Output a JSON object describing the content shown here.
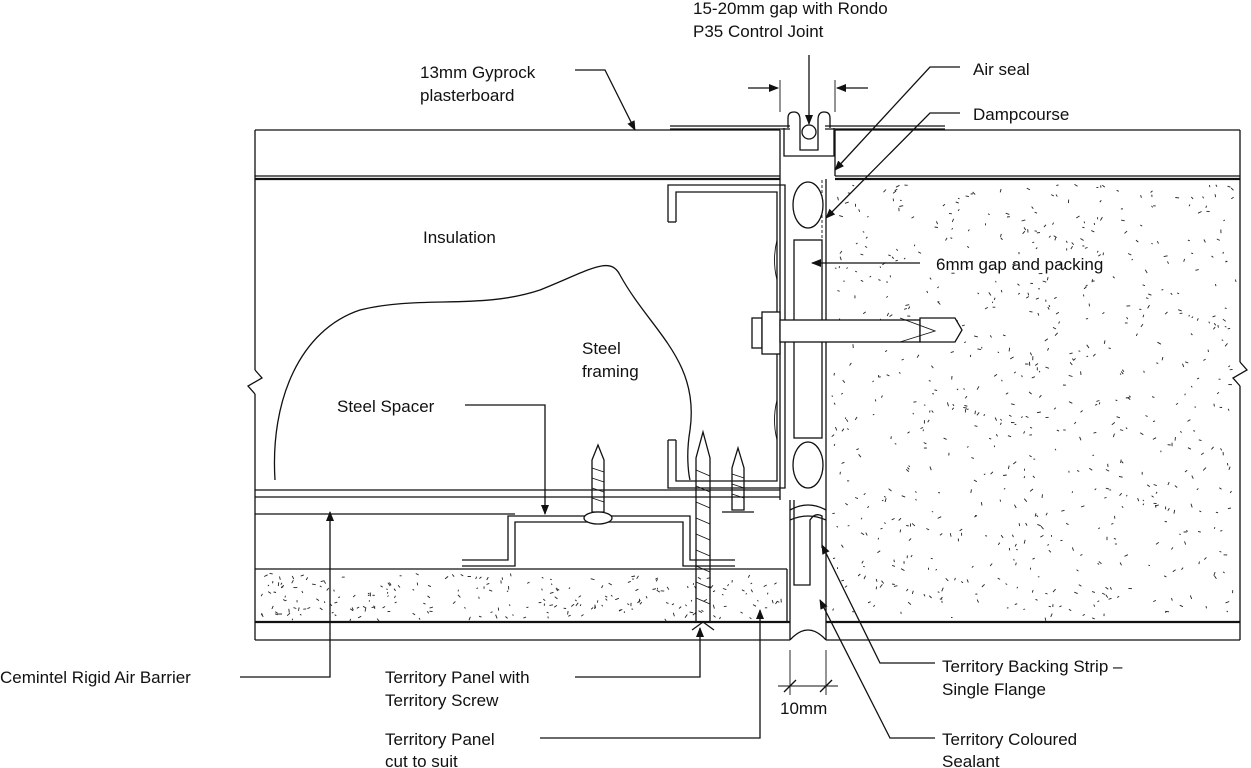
{
  "labels": {
    "gap_line1": "15-20mm gap with Rondo",
    "gap_line2": "P35 Control Joint",
    "gyprock_line1": "13mm Gyprock",
    "gyprock_line2": "plasterboard",
    "air_seal": "Air seal",
    "dampcourse": "Dampcourse",
    "insulation": "Insulation",
    "packing": "6mm gap and packing",
    "steel_framing_line1": "Steel",
    "steel_framing_line2": "framing",
    "steel_spacer": "Steel Spacer",
    "cemintel": "Cemintel Rigid Air Barrier",
    "panel_screw_line1": "Territory Panel with",
    "panel_screw_line2": "Territory Screw",
    "panel_cut_line1": "Territory Panel",
    "panel_cut_line2": "cut to suit",
    "backing_line1": "Territory Backing Strip –",
    "backing_line2": "Single Flange",
    "sealant_line1": "Territory Coloured",
    "sealant_line2": "Sealant",
    "dim_10mm": "10mm"
  }
}
